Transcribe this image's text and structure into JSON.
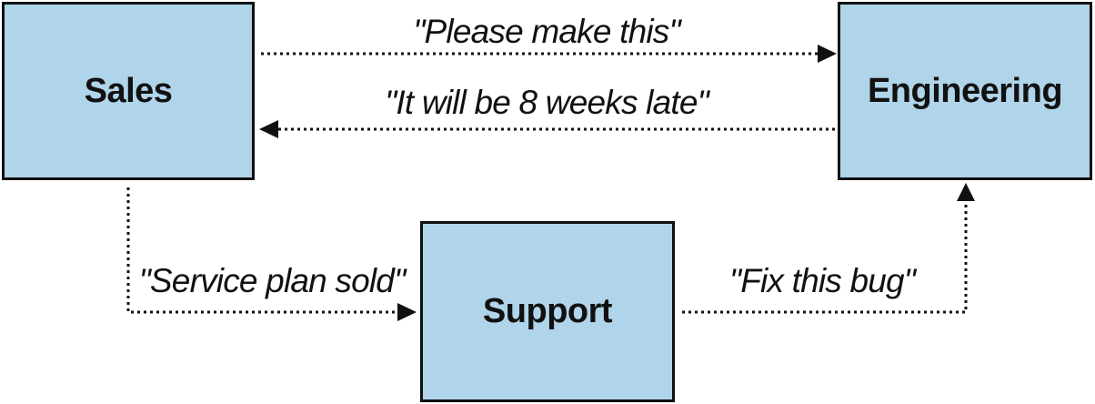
{
  "boxes": {
    "sales": "Sales",
    "engineering": "Engineering",
    "support": "Support"
  },
  "messages": {
    "sales_to_engineering": "\"Please make this\"",
    "engineering_to_sales": "\"It will be 8 weeks late\"",
    "sales_to_support": "\"Service plan sold\"",
    "support_to_engineering": "\"Fix this bug\""
  },
  "colors": {
    "box_fill": "#b0d4ea",
    "stroke": "#111111"
  }
}
